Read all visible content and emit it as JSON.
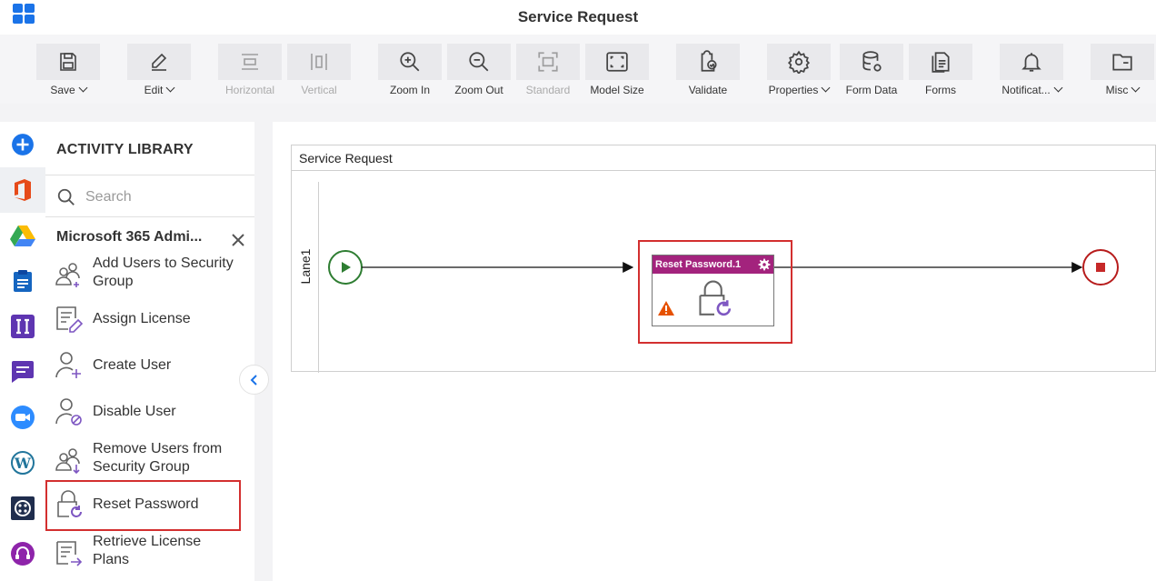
{
  "header": {
    "title": "Service Request"
  },
  "toolbar": {
    "items": [
      {
        "label": "Save",
        "icon": "save-icon",
        "dropdown": true,
        "enabled": true
      },
      {
        "label": "Edit",
        "icon": "pencil-icon",
        "dropdown": true,
        "enabled": true
      },
      {
        "label": "Horizontal",
        "icon": "horizontal-icon",
        "dropdown": false,
        "enabled": false
      },
      {
        "label": "Vertical",
        "icon": "vertical-icon",
        "dropdown": false,
        "enabled": false
      },
      {
        "label": "Zoom In",
        "icon": "zoom-in-icon",
        "dropdown": false,
        "enabled": true
      },
      {
        "label": "Zoom Out",
        "icon": "zoom-out-icon",
        "dropdown": false,
        "enabled": true
      },
      {
        "label": "Standard",
        "icon": "standard-icon",
        "dropdown": false,
        "enabled": false
      },
      {
        "label": "Model Size",
        "icon": "model-size-icon",
        "dropdown": false,
        "enabled": true
      },
      {
        "label": "Validate",
        "icon": "validate-icon",
        "dropdown": false,
        "enabled": true
      },
      {
        "label": "Properties",
        "icon": "gear-icon",
        "dropdown": true,
        "enabled": true
      },
      {
        "label": "Form Data",
        "icon": "database-icon",
        "dropdown": false,
        "enabled": true
      },
      {
        "label": "Forms",
        "icon": "forms-icon",
        "dropdown": false,
        "enabled": true
      },
      {
        "label": "Notificat...",
        "icon": "bell-icon",
        "dropdown": true,
        "enabled": true
      },
      {
        "label": "Misc",
        "icon": "folder-icon",
        "dropdown": true,
        "enabled": true
      }
    ]
  },
  "rail": {
    "items": [
      {
        "name": "add",
        "icon": "plus-circle-icon",
        "color": "#1a73e8"
      },
      {
        "name": "office365",
        "icon": "office-icon",
        "color": "#e64a19"
      },
      {
        "name": "google-drive",
        "icon": "google-drive-icon",
        "color": "#34a853"
      },
      {
        "name": "clipboard",
        "icon": "clipboard-icon",
        "color": "#1565c0"
      },
      {
        "name": "forms",
        "icon": "ii-icon",
        "color": "#5e35b1"
      },
      {
        "name": "chat",
        "icon": "chat-icon",
        "color": "#5e35b1"
      },
      {
        "name": "zoom",
        "icon": "video-icon",
        "color": "#2d8cff"
      },
      {
        "name": "wordpress",
        "icon": "wordpress-icon",
        "color": "#21759b"
      },
      {
        "name": "twilio",
        "icon": "twilio-icon",
        "color": "#1f2d4d"
      },
      {
        "name": "support",
        "icon": "headset-icon",
        "color": "#8e24aa"
      }
    ]
  },
  "library": {
    "title": "ACTIVITY LIBRARY",
    "search_placeholder": "Search",
    "category": "Microsoft 365 Admi...",
    "items": [
      {
        "line1": "Add Users to Security",
        "line2": "Group",
        "icon": "users-security-icon"
      },
      {
        "line1": "Assign License",
        "line2": "",
        "icon": "assign-license-icon"
      },
      {
        "line1": "Create User",
        "line2": "",
        "icon": "create-user-icon"
      },
      {
        "line1": "Disable User",
        "line2": "",
        "icon": "disable-user-icon"
      },
      {
        "line1": "Remove Users from",
        "line2": "Security Group",
        "icon": "remove-users-icon"
      },
      {
        "line1": "Reset Password",
        "line2": "",
        "icon": "reset-password-icon"
      },
      {
        "line1": "Retrieve License",
        "line2": "Plans",
        "icon": "retrieve-license-icon"
      }
    ]
  },
  "canvas": {
    "pool_title": "Service Request",
    "lane_label": "Lane1",
    "activity": {
      "title": "Reset Password.1"
    }
  },
  "colors": {
    "accent_blue": "#1a73e8",
    "activity_header": "#a3237d",
    "highlight": "#d32f2f",
    "start_event": "#2e7d32",
    "end_event": "#b71c1c",
    "icon_purple": "#7e57c2"
  }
}
